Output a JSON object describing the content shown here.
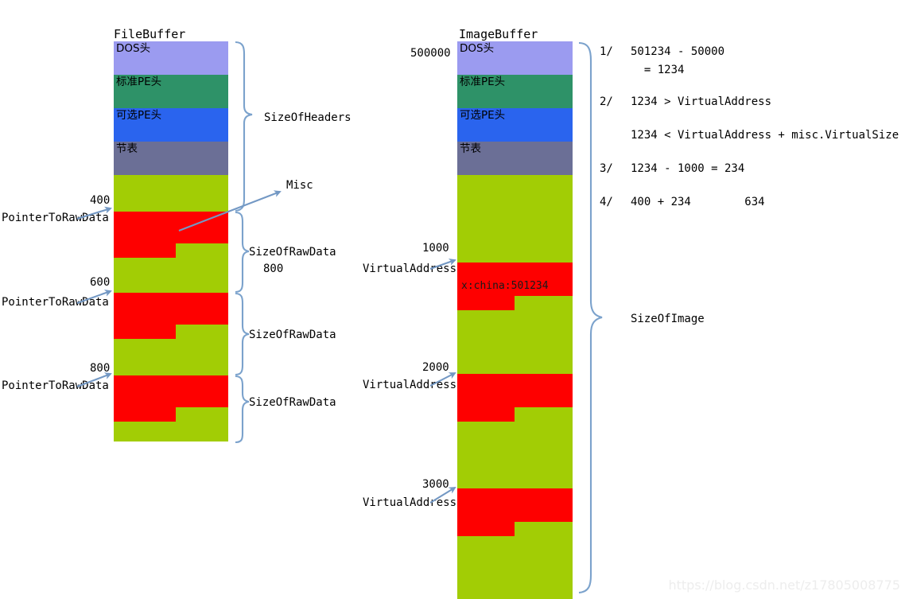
{
  "diagram": {
    "title_left": "FileBuffer",
    "title_right": "ImageBuffer"
  },
  "file_buffer": {
    "title": "FileBuffer",
    "bands": [
      {
        "label": "DOS头",
        "color": "#9b9bf0"
      },
      {
        "label": "标准PE头",
        "color": "#2e9268"
      },
      {
        "label": "可选PE头",
        "color": "#2a64ee"
      },
      {
        "label": "节表",
        "color": "#6b6f96"
      }
    ],
    "addresses": [
      {
        "value": "400",
        "pointer_label": "PointerToRawData"
      },
      {
        "value": "600",
        "pointer_label": "PointerToRawData"
      },
      {
        "value": "800",
        "pointer_label": "PointerToRawData"
      }
    ],
    "braces": [
      {
        "label": "SizeOfHeaders"
      },
      {
        "label": "SizeOfRawData",
        "sub": "800"
      },
      {
        "label": "SizeOfRawData"
      },
      {
        "label": "SizeOfRawData"
      }
    ],
    "misc_label": "Misc"
  },
  "image_buffer": {
    "title": "ImageBuffer",
    "base_address": "500000",
    "bands": [
      {
        "label": "DOS头",
        "color": "#9b9bf0"
      },
      {
        "label": "标准PE头",
        "color": "#2e9268"
      },
      {
        "label": "可选PE头",
        "color": "#2a64ee"
      },
      {
        "label": "节表",
        "color": "#6b6f96"
      }
    ],
    "sections": [
      {
        "value": "1000",
        "va_label": "VirtualAddress",
        "content": "x:china:501234"
      },
      {
        "value": "2000",
        "va_label": "VirtualAddress",
        "content": ""
      },
      {
        "value": "3000",
        "va_label": "VirtualAddress",
        "content": ""
      }
    ],
    "brace_label": "SizeOfImage"
  },
  "calculations": [
    {
      "num": "1/",
      "lines": [
        "501234 - 50000",
        "  = 1234"
      ]
    },
    {
      "num": "2/",
      "lines": [
        "1234 > VirtualAddress",
        "1234 < VirtualAddress + misc.VirtualSize"
      ]
    },
    {
      "num": "3/",
      "lines": [
        "1234 - 1000 = 234"
      ]
    },
    {
      "num": "4/",
      "lines": [
        "400 + 234        634"
      ]
    }
  ],
  "watermark": "https://blog.csdn.net/z17805008775",
  "colors": {
    "dos": "#9b9bf0",
    "standard_pe": "#2e9268",
    "optional_pe": "#2a64ee",
    "section_table": "#6b6f96",
    "free_space": "#a2cd05",
    "data": "#fe0000",
    "brace": "#7ba2cc"
  }
}
